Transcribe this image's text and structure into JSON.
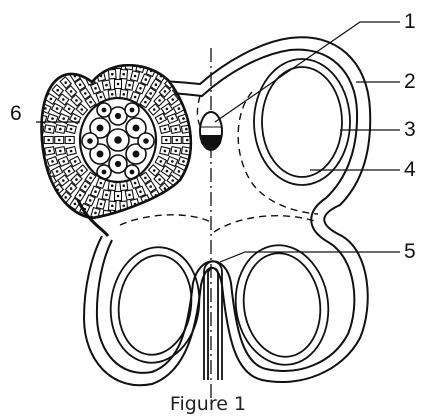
{
  "figure": {
    "caption": "Figure 1"
  },
  "labels": [
    {
      "id": "1",
      "text": "1"
    },
    {
      "id": "2",
      "text": "2"
    },
    {
      "id": "3",
      "text": "3"
    },
    {
      "id": "4",
      "text": "4"
    },
    {
      "id": "5",
      "text": "5"
    },
    {
      "id": "6",
      "text": "6"
    }
  ],
  "colors": {
    "stroke": "#111111",
    "background": "#ffffff"
  }
}
